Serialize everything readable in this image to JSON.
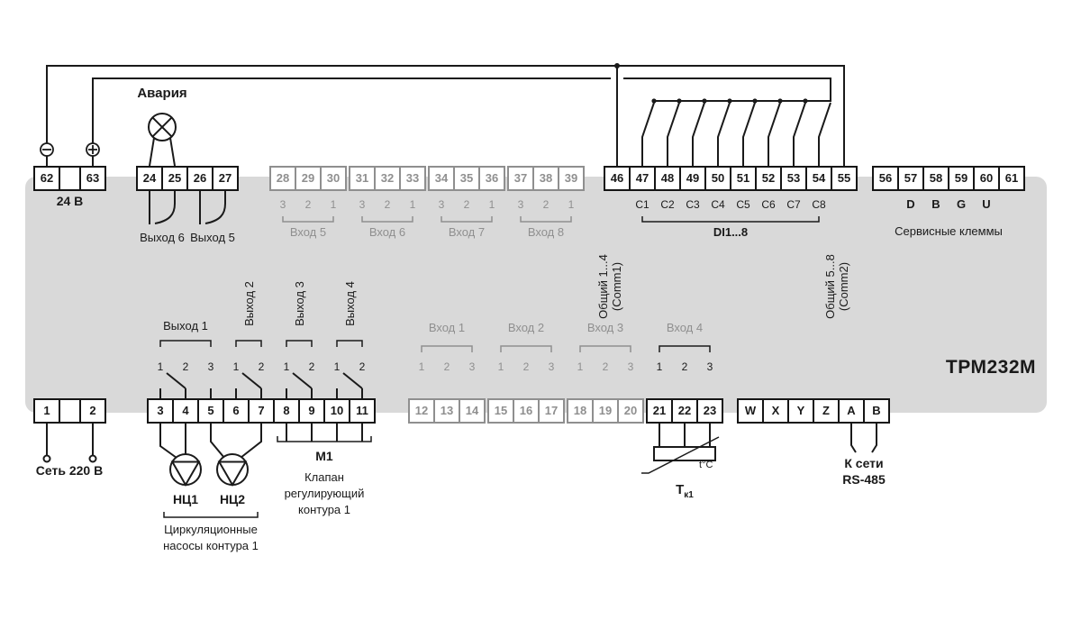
{
  "colors": {
    "panel": "#d9d9d9",
    "active": "#1a1a1a",
    "inactive": "#8f8f8f",
    "background": "#ffffff"
  },
  "device": {
    "model": "ТРМ232М"
  },
  "top": {
    "power24": {
      "terminals": [
        "62",
        "63"
      ],
      "label": "24 В",
      "polarity_minus": "−",
      "polarity_plus": "+"
    },
    "alarm": {
      "label": "Авария"
    },
    "relay_outputs": {
      "terminals": [
        "24",
        "25",
        "26",
        "27"
      ],
      "label_out6": "Выход 6",
      "label_out5": "Выход 5"
    },
    "analog_inputs": [
      {
        "label": "Вход 5",
        "terminals": [
          "28",
          "29",
          "30"
        ],
        "pins": [
          "3",
          "2",
          "1"
        ]
      },
      {
        "label": "Вход 6",
        "terminals": [
          "31",
          "32",
          "33"
        ],
        "pins": [
          "3",
          "2",
          "1"
        ]
      },
      {
        "label": "Вход 7",
        "terminals": [
          "34",
          "35",
          "36"
        ],
        "pins": [
          "3",
          "2",
          "1"
        ]
      },
      {
        "label": "Вход 8",
        "terminals": [
          "37",
          "38",
          "39"
        ],
        "pins": [
          "3",
          "2",
          "1"
        ]
      }
    ],
    "discrete_inputs": {
      "terminals": [
        "46",
        "47",
        "48",
        "49",
        "50",
        "51",
        "52",
        "53",
        "54",
        "55"
      ],
      "contacts": [
        "C1",
        "C2",
        "C3",
        "C4",
        "C5",
        "C6",
        "C7",
        "C8"
      ],
      "label": "DI1...8",
      "common1_line1": "Общий 1...4",
      "common1_line2": "(Comm1)",
      "common2_line1": "Общий 5...8",
      "common2_line2": "(Comm2)"
    },
    "service": {
      "terminals": [
        "56",
        "57",
        "58",
        "59",
        "60",
        "61"
      ],
      "pins": [
        "D",
        "B",
        "G",
        "U"
      ],
      "label": "Сервисные клеммы"
    }
  },
  "bottom": {
    "mains": {
      "terminals": [
        "1",
        "2"
      ],
      "label": "Сеть 220 В"
    },
    "output_terminals": [
      "3",
      "4",
      "5",
      "6",
      "7",
      "8",
      "9",
      "10",
      "11"
    ],
    "outputs": [
      {
        "label": "Выход 1",
        "pins": [
          "1",
          "2",
          "3"
        ]
      },
      {
        "label": "Выход 2",
        "pins": [
          "1",
          "2"
        ]
      },
      {
        "label": "Выход 3",
        "pins": [
          "1",
          "2"
        ]
      },
      {
        "label": "Выход 4",
        "pins": [
          "1",
          "2"
        ]
      }
    ],
    "inputs": [
      {
        "label": "Вход 1",
        "terminals": [
          "12",
          "13",
          "14"
        ],
        "pins": [
          "1",
          "2",
          "3"
        ]
      },
      {
        "label": "Вход 2",
        "terminals": [
          "15",
          "16",
          "17"
        ],
        "pins": [
          "1",
          "2",
          "3"
        ]
      },
      {
        "label": "Вход 3",
        "terminals": [
          "18",
          "19",
          "20"
        ],
        "pins": [
          "1",
          "2",
          "3"
        ]
      },
      {
        "label": "Вход 4",
        "terminals": [
          "21",
          "22",
          "23"
        ],
        "pins": [
          "1",
          "2",
          "3"
        ]
      }
    ],
    "rs485": {
      "terminals": [
        "W",
        "X",
        "Y",
        "Z",
        "A",
        "B"
      ],
      "label_line1": "К сети",
      "label_line2": "RS-485"
    },
    "pumps": {
      "pump1": "НЦ1",
      "pump2": "НЦ2",
      "caption_line1": "Циркуляционные",
      "caption_line2": "насосы контура 1"
    },
    "valve": {
      "name": "М1",
      "caption_line1": "Клапан",
      "caption_line2": "регулирующий",
      "caption_line3": "контура 1"
    },
    "sensor": {
      "name_main": "Т",
      "name_sub": "к1",
      "unit": "t°C"
    }
  }
}
